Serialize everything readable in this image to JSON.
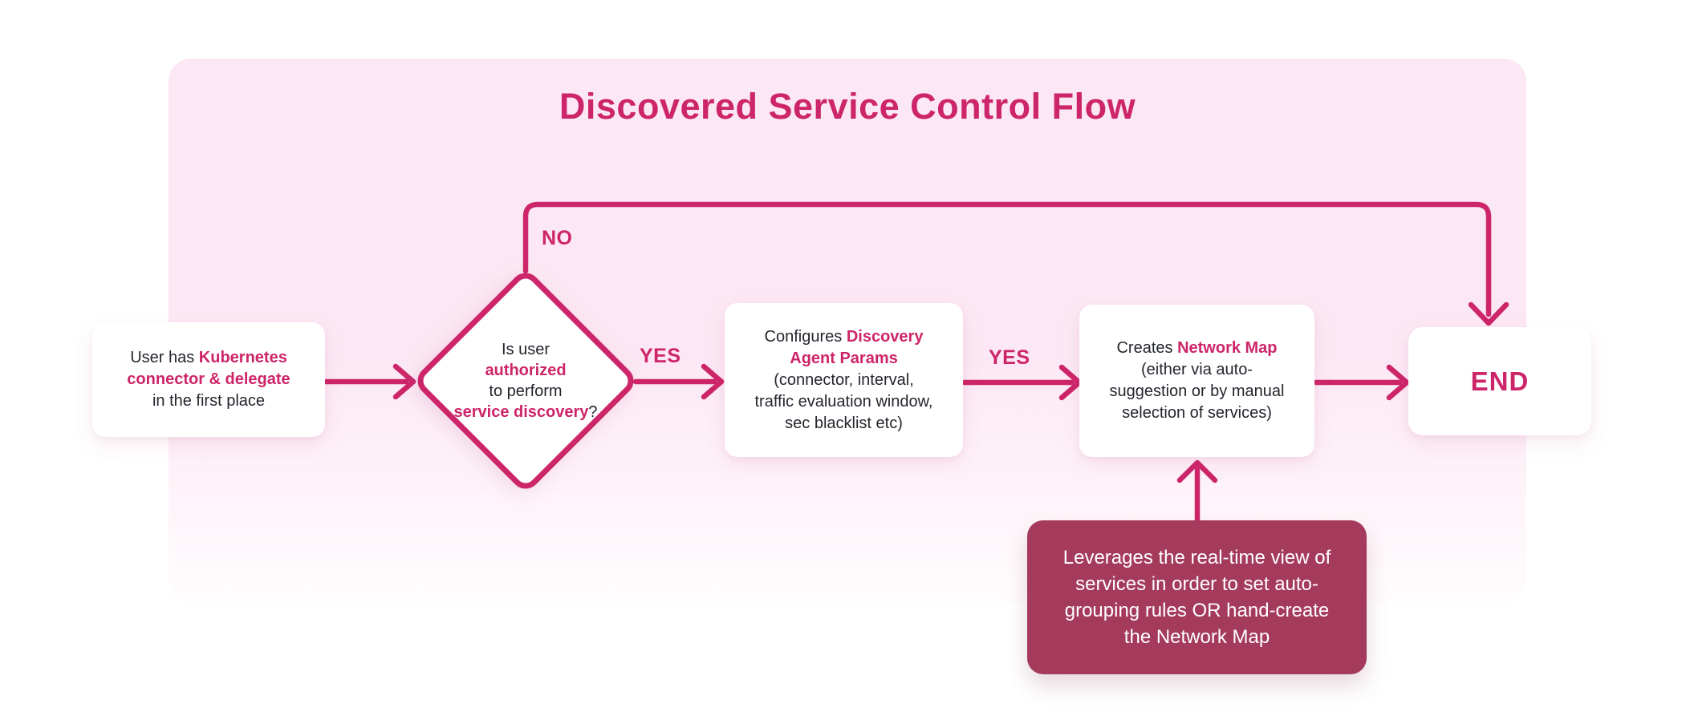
{
  "title": "Discovered Service Control Flow",
  "colors": {
    "accent": "#cd2569",
    "panel_top": "#fce8f4",
    "panel_bottom": "#fffdfe",
    "note_bg": "#a43b5c",
    "note_text": "#ffffff",
    "node_bg": "#ffffff",
    "ink": "#23262d"
  },
  "nodes": {
    "start": {
      "lines": [
        [
          {
            "t": "User has ",
            "a": 0
          },
          {
            "t": "Kubernetes",
            "a": 1
          }
        ],
        [
          {
            "t": "connector & delegate",
            "a": 1
          }
        ],
        [
          {
            "t": "in the first place",
            "a": 0
          }
        ]
      ]
    },
    "decision": {
      "lines": [
        [
          {
            "t": "Is user",
            "a": 0
          }
        ],
        [
          {
            "t": "authorized",
            "a": 1
          }
        ],
        [
          {
            "t": "to perform",
            "a": 0
          }
        ],
        [
          {
            "t": "service discovery",
            "a": 1
          },
          {
            "t": "?",
            "a": 0
          }
        ]
      ]
    },
    "configure": {
      "lines": [
        [
          {
            "t": "Configures ",
            "a": 0
          },
          {
            "t": "Discovery",
            "a": 1
          }
        ],
        [
          {
            "t": "Agent Params",
            "a": 1
          }
        ],
        [
          {
            "t": "(connector, interval,",
            "a": 0
          }
        ],
        [
          {
            "t": "traffic evaluation window,",
            "a": 0
          }
        ],
        [
          {
            "t": "sec blacklist etc)",
            "a": 0
          }
        ]
      ]
    },
    "network_map": {
      "lines": [
        [
          {
            "t": "Creates ",
            "a": 0
          },
          {
            "t": "Network Map",
            "a": 1
          }
        ],
        [
          {
            "t": "(either via auto-",
            "a": 0
          }
        ],
        [
          {
            "t": "suggestion or by manual",
            "a": 0
          }
        ],
        [
          {
            "t": "selection of services)",
            "a": 0
          }
        ]
      ]
    },
    "end": {
      "label": "END"
    },
    "note": {
      "lines": [
        "Leverages the real-time view of",
        "services in order to set auto-",
        "grouping rules OR hand-create",
        "the Network Map"
      ]
    }
  },
  "edges": {
    "no_label": "NO",
    "yes_label_1": "YES",
    "yes_label_2": "YES"
  }
}
